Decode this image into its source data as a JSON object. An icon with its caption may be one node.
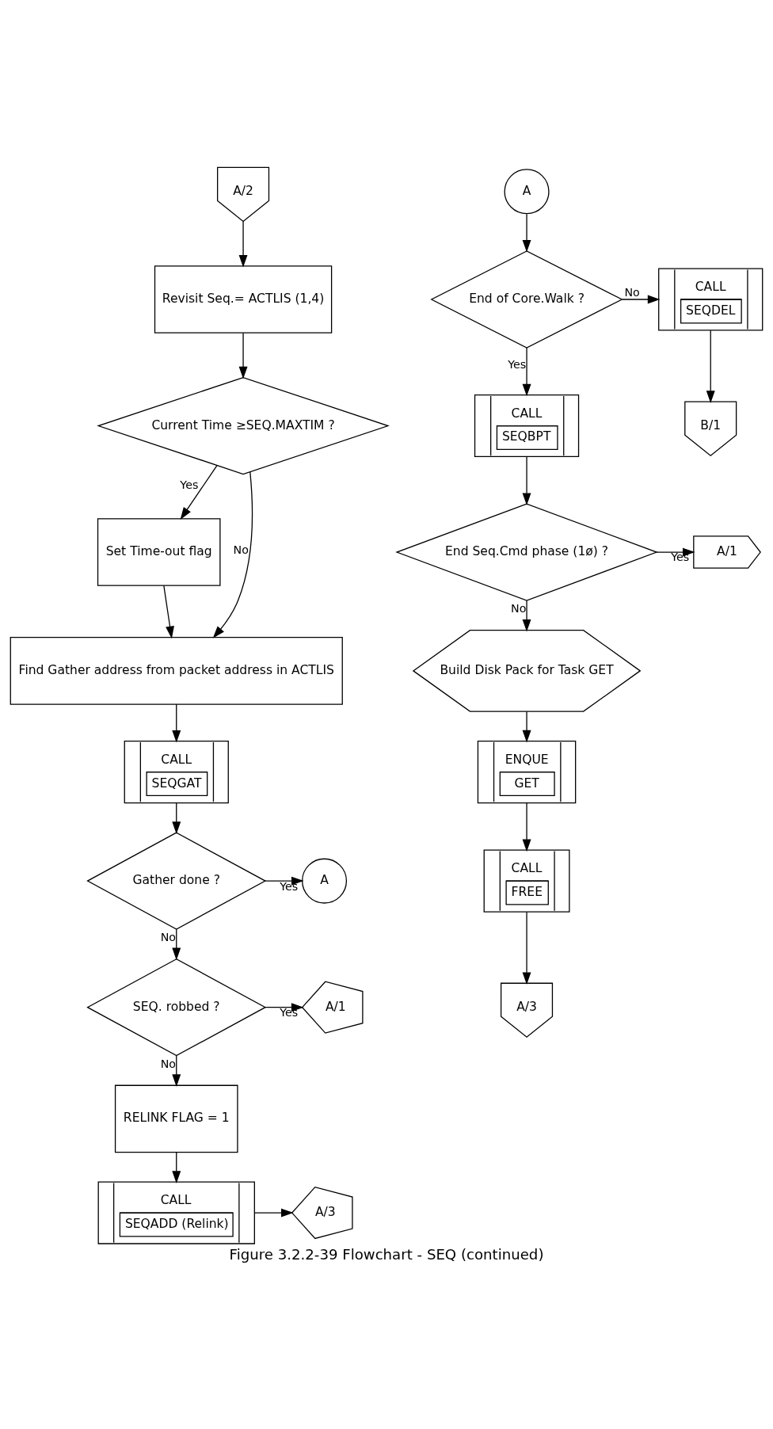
{
  "diagram": {
    "caption": "Figure 3.2.2-39 Flowchart - SEQ (continued)",
    "nodes": [
      {
        "text": [
          "A/2"
        ]
      },
      {
        "text": [
          "Revisit Seq.= ACTLIS (1,4)"
        ]
      },
      {
        "text": [
          "Current Time ≥SEQ.MAXTIM ?"
        ]
      },
      {
        "text": [
          "Set Time-out flag"
        ]
      },
      {
        "text": [
          "Find Gather address from packet address in ACTLIS"
        ]
      },
      {
        "text": [
          "CALL",
          "SEQGAT"
        ]
      },
      {
        "text": [
          "Gather done ?"
        ]
      },
      {
        "text": [
          "A"
        ]
      },
      {
        "text": [
          "SEQ. robbed ?"
        ]
      },
      {
        "text": [
          "A/1"
        ]
      },
      {
        "text": [
          "RELINK FLAG = 1"
        ]
      },
      {
        "text": [
          "CALL",
          "SEQADD (Relink)"
        ]
      },
      {
        "text": [
          "A/3"
        ]
      },
      {
        "text": [
          "A"
        ]
      },
      {
        "text": [
          "End of Core.Walk ?"
        ]
      },
      {
        "text": [
          "CALL",
          "SEQDEL"
        ]
      },
      {
        "text": [
          "B/1"
        ]
      },
      {
        "text": [
          "CALL",
          "SEQBPT"
        ]
      },
      {
        "text": [
          "End Seq.Cmd phase (1ø) ?"
        ]
      },
      {
        "text": [
          "A/1"
        ]
      },
      {
        "text": [
          "Build Disk Pack for Task GET"
        ]
      },
      {
        "text": [
          "ENQUE",
          "GET"
        ]
      },
      {
        "text": [
          "CALL",
          "FREE"
        ]
      },
      {
        "text": [
          "A/3"
        ]
      }
    ],
    "edges": [
      {
        "from": 0,
        "to": 1,
        "arrow": "to"
      },
      {
        "from": 1,
        "to": 2,
        "arrow": "to"
      },
      {
        "from": 2,
        "to": 3,
        "arrow": "to",
        "label": "Yes"
      },
      {
        "from": 2,
        "to": 4,
        "arrow": "to",
        "label": "No"
      },
      {
        "from": 3,
        "to": 4,
        "arrow": "to"
      },
      {
        "from": 4,
        "to": 5,
        "arrow": "to"
      },
      {
        "from": 5,
        "to": 6,
        "arrow": "to"
      },
      {
        "from": 6,
        "to": 7,
        "arrow": "to",
        "label": "Yes"
      },
      {
        "from": 6,
        "to": 8,
        "arrow": "to",
        "label": "No"
      },
      {
        "from": 8,
        "to": 9,
        "arrow": "to",
        "label": "Yes"
      },
      {
        "from": 8,
        "to": 10,
        "arrow": "to",
        "label": "No"
      },
      {
        "from": 10,
        "to": 11,
        "arrow": "to"
      },
      {
        "from": 11,
        "to": 12,
        "arrow": "to"
      },
      {
        "from": 13,
        "to": 14,
        "arrow": "to"
      },
      {
        "from": 14,
        "to": 15,
        "arrow": "to",
        "label": "No"
      },
      {
        "from": 14,
        "to": 17,
        "arrow": "to",
        "label": "Yes"
      },
      {
        "from": 15,
        "to": 16,
        "arrow": "to"
      },
      {
        "from": 17,
        "to": 18,
        "arrow": "to"
      },
      {
        "from": 18,
        "to": 19,
        "arrow": "to",
        "label": "Yes"
      },
      {
        "from": 18,
        "to": 20,
        "arrow": "to",
        "label": "No"
      },
      {
        "from": 20,
        "to": 21,
        "arrow": "to"
      },
      {
        "from": 21,
        "to": 22,
        "arrow": "to"
      },
      {
        "from": 22,
        "to": 23,
        "arrow": "to"
      }
    ]
  }
}
